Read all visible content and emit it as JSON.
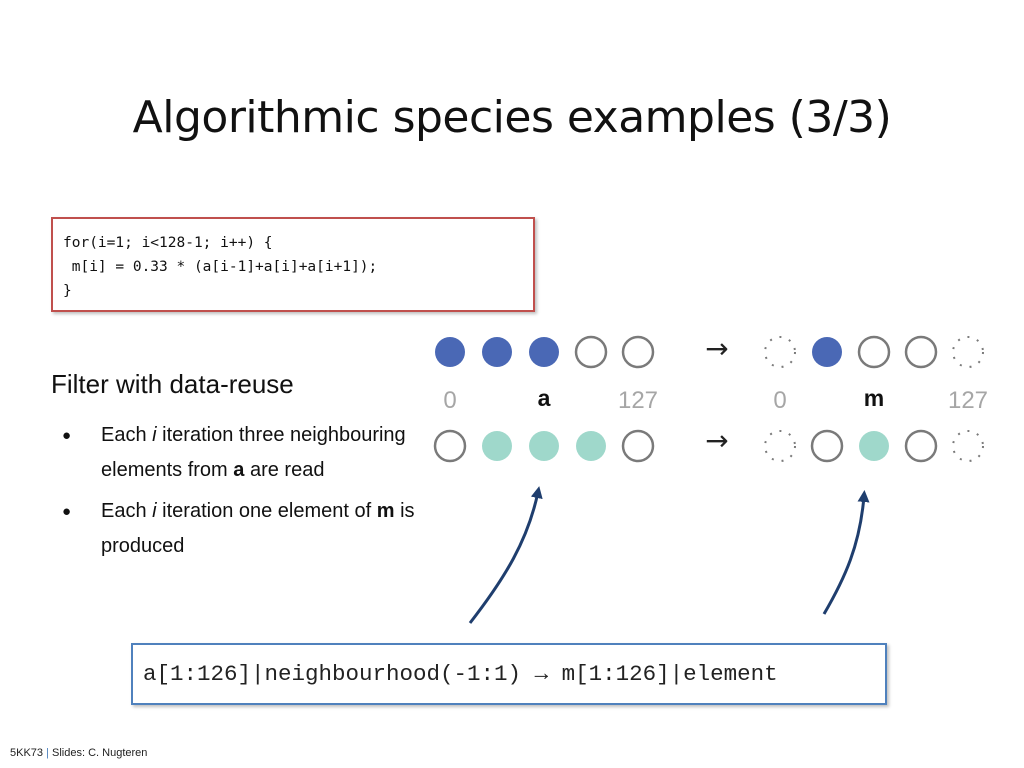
{
  "slide": {
    "title": "Algorithmic species examples (3/3)"
  },
  "code": {
    "lines": [
      "for(i=1; i<128-1; i++) {",
      " m[i] = 0.33 * (a[i-1]+a[i]+a[i+1]);",
      "}"
    ]
  },
  "text": {
    "heading": "Filter with data-reuse",
    "bullet_glyph": "●",
    "bullet1": {
      "pre": "Each ",
      "i": "i",
      "mid": " iteration three neighbouring elements from ",
      "bold": "a",
      "post": " are read"
    },
    "bullet2": {
      "pre": "Each ",
      "i": "i",
      "mid": " iteration one element of ",
      "bold": "m",
      "post": " is produced"
    }
  },
  "diagram": {
    "arrow_symbol": "→",
    "colors": {
      "read": "#4a68b5",
      "reuse": "#9fd8cb",
      "empty_stroke": "#7a7a7a",
      "label": "#a6a6a6",
      "curve": "#1f3e6e"
    },
    "left": {
      "array_label": "a",
      "start_label": "0",
      "end_label": "127",
      "row1": [
        "read",
        "read",
        "read",
        "empty",
        "empty"
      ],
      "row2": [
        "empty",
        "reuse",
        "reuse",
        "reuse",
        "empty"
      ]
    },
    "right": {
      "array_label": "m",
      "start_label": "0",
      "end_label": "127",
      "row1": [
        "dotted",
        "read",
        "empty",
        "empty",
        "dotted"
      ],
      "row2": [
        "dotted",
        "empty",
        "reuse",
        "empty",
        "dotted"
      ]
    }
  },
  "species": {
    "text": "a[1:126]|neighbourhood(-1:1) → m[1:126]|element"
  },
  "footer": {
    "course": "5KK73",
    "separator": "|",
    "credit": "Slides: C. Nugteren"
  }
}
